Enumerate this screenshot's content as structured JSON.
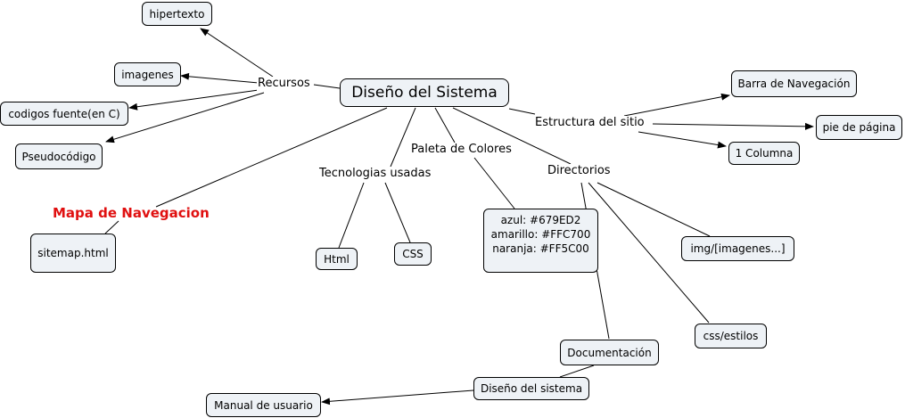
{
  "diagram": {
    "central": "Diseño del Sistema",
    "nodes": {
      "hipertexto": "hipertexto",
      "imagenes": "imagenes",
      "codigos": "codigos fuente(en C)",
      "pseudocodigo": "Pseudocódigo",
      "sitemap": "sitemap.html",
      "html": "Html",
      "css": "CSS",
      "colors": "azul: #679ED2\namarillo: #FFC700\nnaranja: #FF5C00",
      "barra": "Barra de Navegación",
      "pie": "pie de página",
      "columna": "1 Columna",
      "img_dir": "img/[imagenes...]",
      "css_dir": "css/estilos",
      "documentacion": "Documentación",
      "diseno_sistema": "Diseño del sistema",
      "manual": "Manual de usuario"
    },
    "labels": {
      "recursos": "Recursos",
      "tecnologias": "Tecnologias usadas",
      "paleta": "Paleta de Colores",
      "estructura": "Estructura del sitio",
      "directorios": "Directorios",
      "mapa": "Mapa de Navegacion"
    },
    "colors": {
      "node_fill": "#eef2f6",
      "mapa_title": "#e01010"
    }
  }
}
